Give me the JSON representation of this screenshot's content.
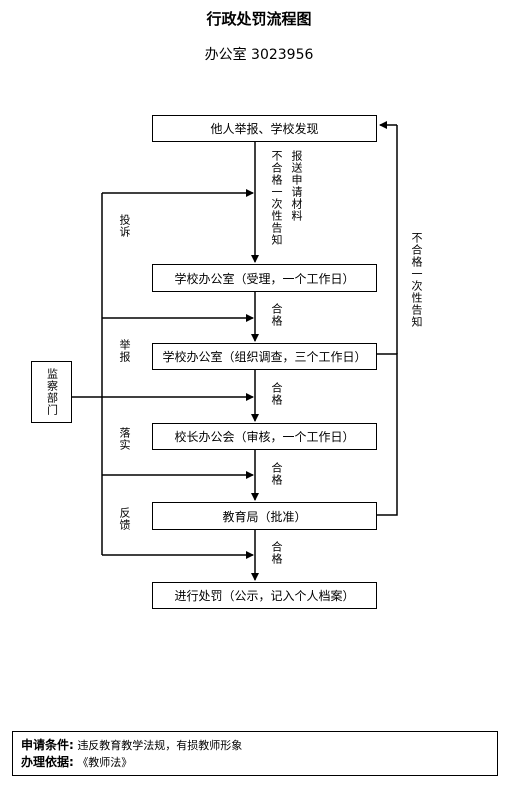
{
  "title": "行政处罚流程图",
  "subtitle": "办公室  3023956",
  "boxes": {
    "report": "他人举报、学校发现",
    "accept": "学校办公室（受理，一个工作日）",
    "investigate": "学校办公室（组织调查，三个工作日）",
    "review": "校长办公会（审核，一个工作日）",
    "approve": "教育局（批准）",
    "punish": "进行处罚（公示，记入个人档案）",
    "supervision": "监察部门"
  },
  "labels": {
    "submit_materials": "报送申请材料",
    "unqualified_notice_inner": "不合格一次性告知",
    "unqualified_notice_outer": "不合格一次性告知",
    "complaint": "投诉",
    "report": "举报",
    "verify": "落实",
    "feedback": "反馈",
    "pass_1": "合格",
    "pass_2": "合格",
    "pass_3": "合格",
    "pass_4": "合格"
  },
  "footer": {
    "condition_label": "申请条件:",
    "condition_text": "违反教育教学法规，有损教师形象",
    "basis_label": "办理依据:",
    "basis_text": "《教师法》"
  }
}
